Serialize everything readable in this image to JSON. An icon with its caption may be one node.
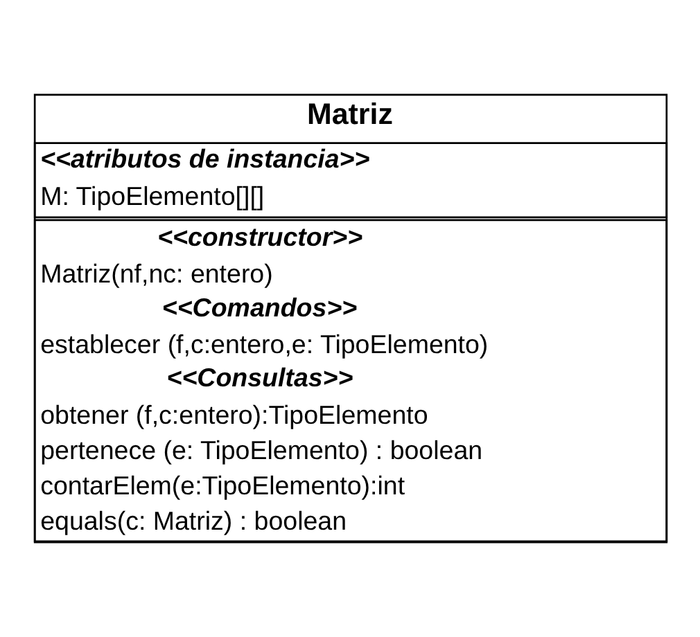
{
  "diagram": {
    "nodes": [
      {
        "text": [
          "Matriz"
        ]
      },
      {
        "text": [
          "<<atributos de instancia>>",
          "M: TipoElemento[][]"
        ],
        "in": 0
      },
      {
        "text": [
          "<<constructor>>",
          "Matriz(nf,nc: entero)",
          "<<Comandos>>",
          "establecer (f,c:entero,e: TipoElemento)",
          "<<Consultas>>",
          "obtener (f,c:entero):TipoElemento",
          "pertenece (e: TipoElemento) : boolean",
          "contarElem(e:TipoElemento):int",
          "equals(c: Matriz) : boolean"
        ],
        "in": 0
      }
    ],
    "edges": []
  }
}
